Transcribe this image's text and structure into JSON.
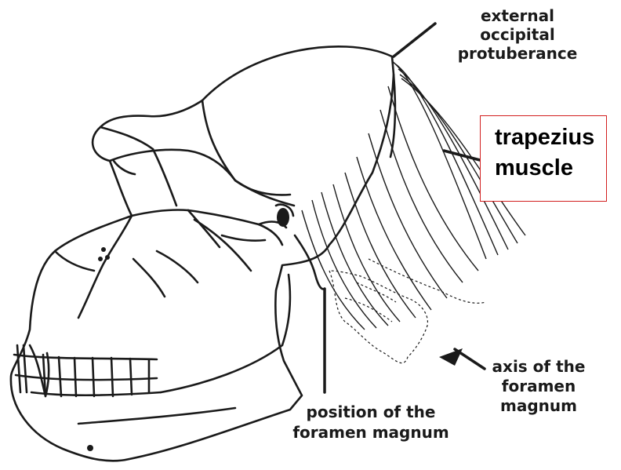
{
  "labels": {
    "external_occipital_protuberance": [
      "external",
      "occipital",
      "protuberance"
    ],
    "trapezius_muscle": [
      "trapezius",
      "muscle"
    ],
    "axis_of_foramen_magnum": [
      "axis of the",
      "foramen",
      "magnum"
    ],
    "position_of_foramen_magnum": [
      "position of the",
      "foramen magnum"
    ]
  },
  "colors": {
    "ink": "#1a1a1a",
    "callout_border": "#d21f1f",
    "background": "#ffffff"
  }
}
